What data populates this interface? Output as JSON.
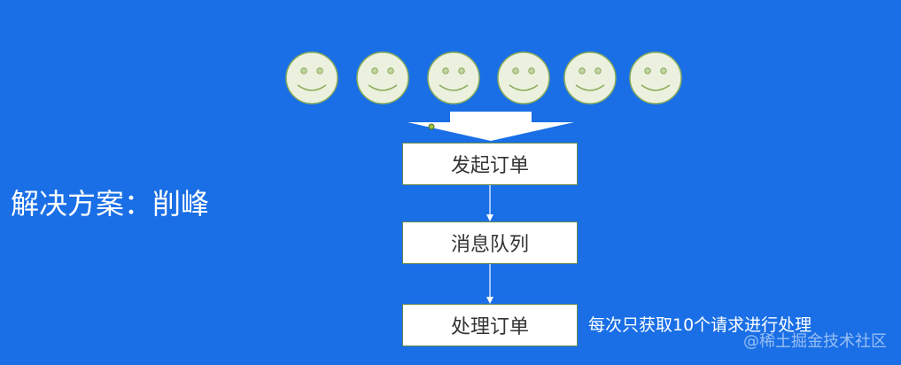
{
  "title": "解决方案：削峰",
  "faces": [
    {
      "icon": "smiley-face-icon"
    },
    {
      "icon": "smiley-face-icon"
    },
    {
      "icon": "smiley-face-icon"
    },
    {
      "icon": "smiley-face-icon"
    },
    {
      "icon": "smiley-face-icon"
    },
    {
      "icon": "smiley-face-icon"
    }
  ],
  "steps": [
    {
      "label": "发起订单"
    },
    {
      "label": "消息队列"
    },
    {
      "label": "处理订单"
    }
  ],
  "note": "每次只获取10个请求进行处理",
  "watermark": "@稀土掘金技术社区",
  "colors": {
    "background": "#1a6fe6",
    "face_fill": "#ebf1de",
    "face_stroke": "#8aab5a",
    "box_border": "#6a8d4a"
  }
}
